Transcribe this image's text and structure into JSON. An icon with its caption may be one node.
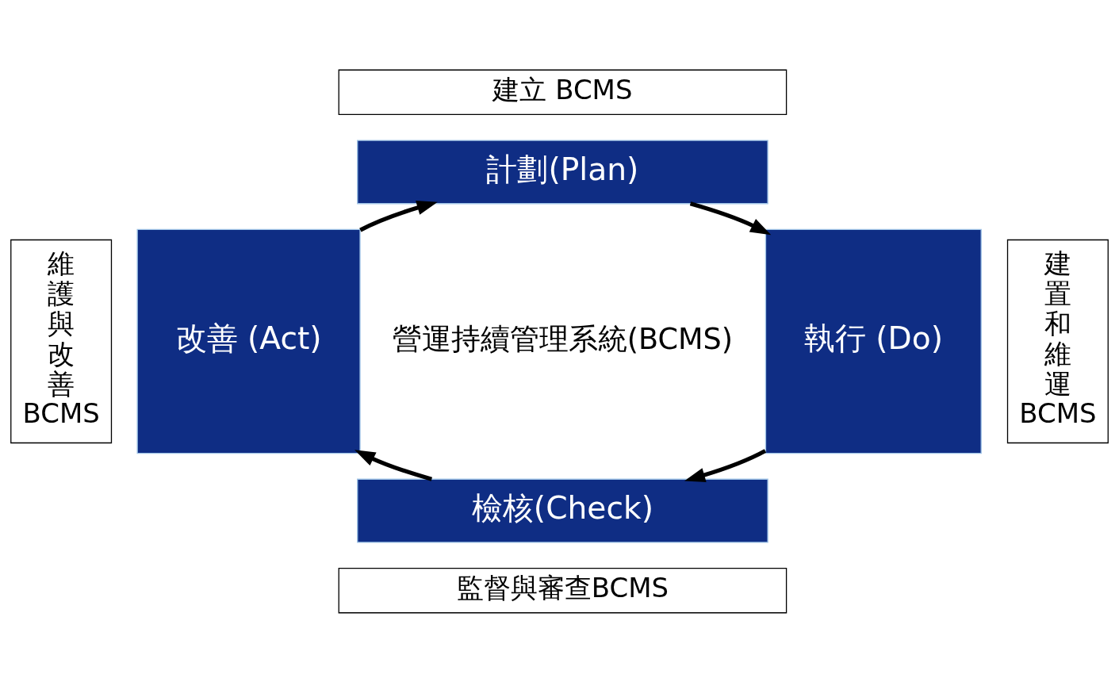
{
  "diagram": {
    "nodes": [
      {
        "text": [
          "建立 BCMS"
        ]
      },
      {
        "text": [
          "計劃(Plan)"
        ]
      },
      {
        "text": [
          "維護與改善BCMS"
        ]
      },
      {
        "text": [
          "改善 (Act)"
        ]
      },
      {
        "text": [
          "執行 (Do)"
        ]
      },
      {
        "text": [
          "建置和維運BCMS"
        ]
      },
      {
        "text": [
          "檢核(Check)"
        ]
      },
      {
        "text": [
          "監督與審查BCMS"
        ]
      }
    ],
    "edges": [
      {
        "from": 3,
        "to": 1,
        "arrow": "to"
      },
      {
        "from": 1,
        "to": 4,
        "arrow": "to"
      },
      {
        "from": 4,
        "to": 6,
        "arrow": "to"
      },
      {
        "from": 6,
        "to": 3,
        "arrow": "to"
      }
    ],
    "labels": [
      "營運持續管理系統(BCMS)"
    ]
  }
}
